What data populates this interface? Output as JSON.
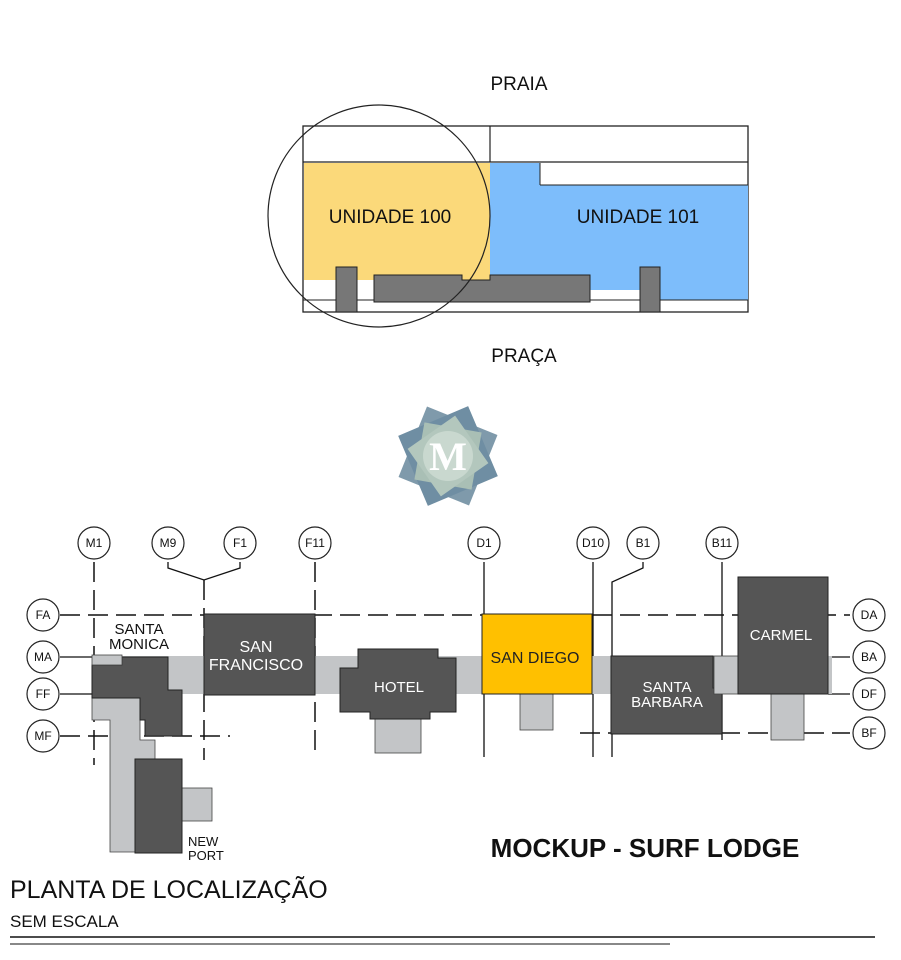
{
  "site": {
    "top_label": "PRAIA",
    "bottom_label": "PRAÇA",
    "unit_100": "UNIDADE 100",
    "unit_101": "UNIDADE 101",
    "colors": {
      "unit_100": "#fbd97a",
      "unit_101": "#7dbdfb"
    }
  },
  "logo": {
    "letter": "M",
    "name": "star-logo-icon"
  },
  "grid_bubbles": {
    "top": [
      "M1",
      "M9",
      "F1",
      "F11",
      "D1",
      "D10",
      "B1",
      "B11"
    ],
    "left": [
      "FA",
      "MA",
      "FF",
      "MF"
    ],
    "right": [
      "DA",
      "BA",
      "DF",
      "BF"
    ]
  },
  "buildings": {
    "santa_monica": "SANTA MONICA",
    "san_francisco": "SAN FRANCISCO",
    "hotel": "HOTEL",
    "san_diego": "SAN DIEGO",
    "santa_barbara": "SANTA BARBARA",
    "carmel": "CARMEL",
    "new_port": "NEW PORT",
    "highlight_color": "#ffc000"
  },
  "footer": {
    "project_title": "MOCKUP - SURF LODGE",
    "drawing_title": "PLANTA DE LOCALIZAÇÃO",
    "scale_note": "SEM ESCALA"
  }
}
